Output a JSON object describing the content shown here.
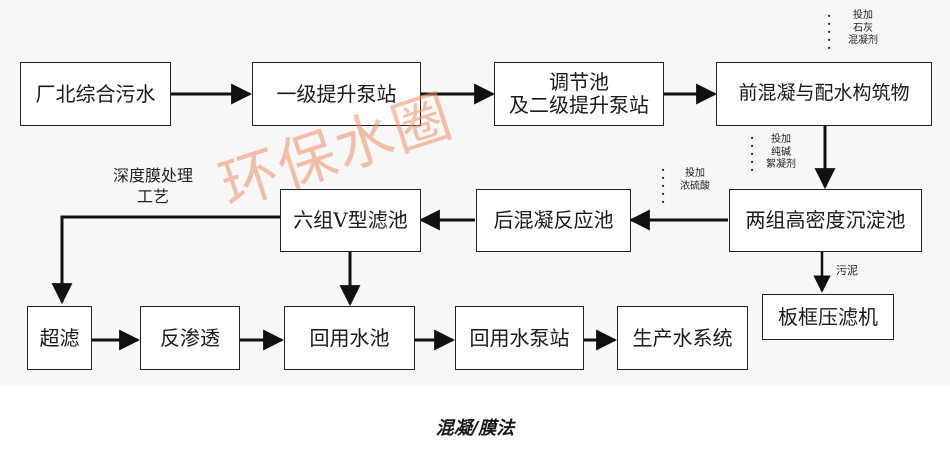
{
  "nodes": {
    "raw_water": "厂北综合污水",
    "primary_pump": "一级提升泵站",
    "regulating_pool": "调节池\n及二级提升泵站",
    "pre_coagulation": "前混凝与配水构筑物",
    "sedimentation": "两组高密度沉淀池",
    "post_coagulation": "后混凝反应池",
    "v_filter": "六组V型滤池",
    "ultrafiltration": "超滤",
    "reverse_osmosis": "反渗透",
    "reuse_pool": "回用水池",
    "reuse_pump": "回用水泵站",
    "production_water": "生产水系统",
    "filter_press": "板框压滤机"
  },
  "notes": {
    "dose_pre": "投加\n石灰\n混凝剂",
    "dose_sed": "投加\n纯碱\n絮凝剂",
    "dose_acid": "投加\n浓硫酸",
    "sludge": "污泥"
  },
  "labels": {
    "membrane_process": "深度膜处理\n工艺"
  },
  "watermark": "环保水圈",
  "caption": "混凝/膜法"
}
